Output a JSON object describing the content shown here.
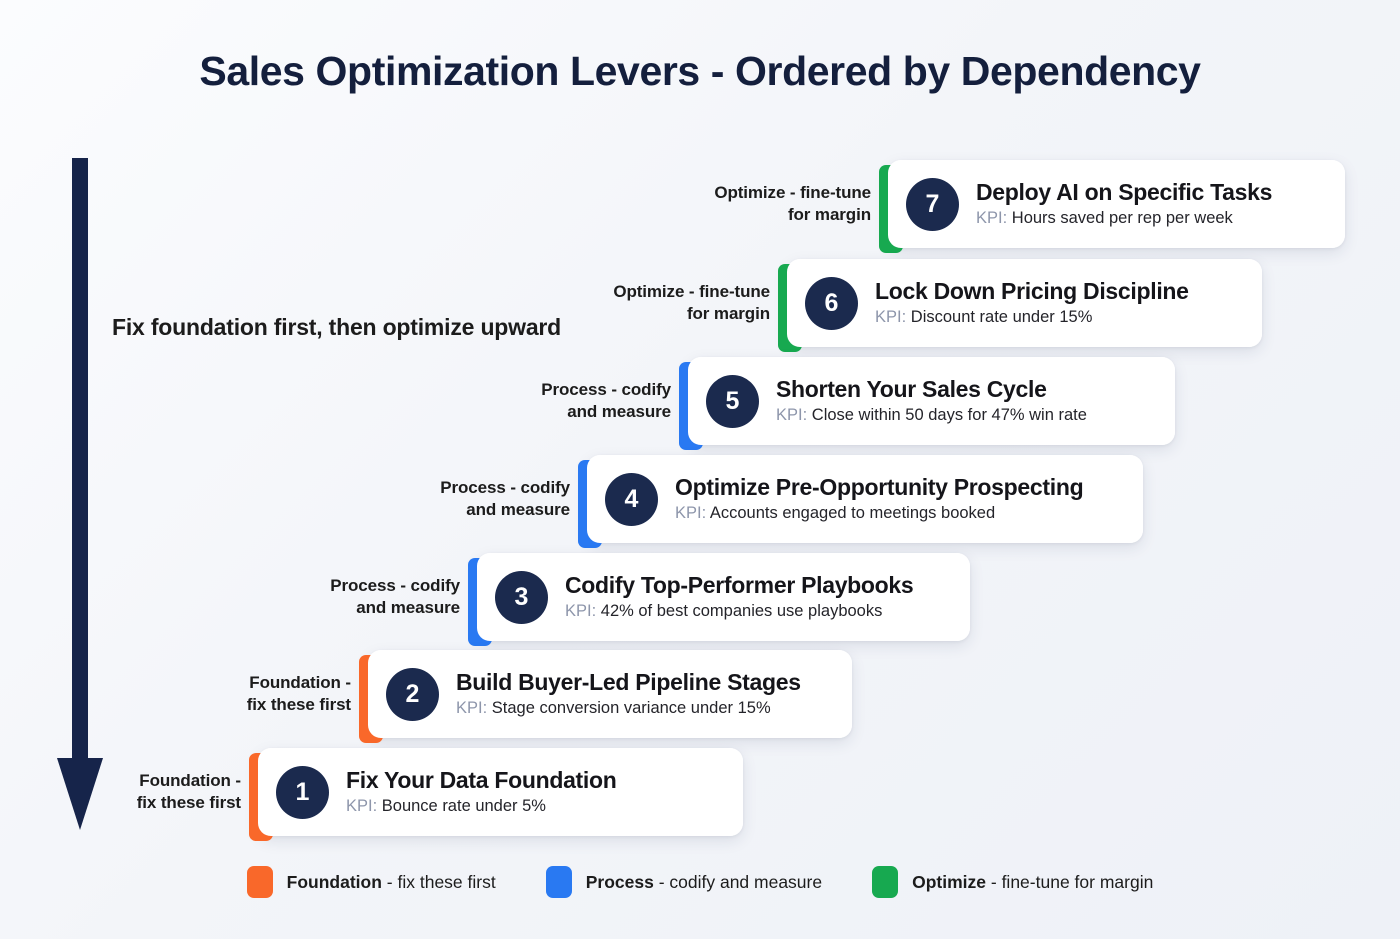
{
  "title": "Sales Optimization Levers - Ordered by Dependency",
  "side_caption": "Fix foundation first,\nthen optimize upward",
  "colors": {
    "foundation": "#f9682a",
    "process": "#2979f2",
    "optimize": "#17a950",
    "badge": "#1b2a4e",
    "title": "#141f3d",
    "background": "#f3f5f9"
  },
  "arrow": {
    "name": "downward-dependency-arrow",
    "direction": "down",
    "color": "#16244a"
  },
  "steps": [
    {
      "number": "7",
      "title": "Deploy AI on Specific Tasks",
      "kpi_key": "KPI:",
      "kpi_value": "Hours saved per rep per week",
      "label": "Optimize - fine-tune\nfor margin",
      "category": "optimize",
      "accent": "#17a950"
    },
    {
      "number": "6",
      "title": "Lock Down Pricing Discipline",
      "kpi_key": "KPI:",
      "kpi_value": "Discount rate under 15%",
      "label": "Optimize - fine-tune\nfor margin",
      "category": "optimize",
      "accent": "#17a950"
    },
    {
      "number": "5",
      "title": "Shorten Your Sales Cycle",
      "kpi_key": "KPI:",
      "kpi_value": "Close within 50 days for 47% win rate",
      "label": "Process - codify\nand measure",
      "category": "process",
      "accent": "#2979f2"
    },
    {
      "number": "4",
      "title": "Optimize Pre-Opportunity Prospecting",
      "kpi_key": "KPI:",
      "kpi_value": "Accounts engaged to meetings booked",
      "label": "Process - codify\nand measure",
      "category": "process",
      "accent": "#2979f2"
    },
    {
      "number": "3",
      "title": "Codify Top-Performer Playbooks",
      "kpi_key": "KPI:",
      "kpi_value": "42% of best companies use playbooks",
      "label": "Process - codify\nand measure",
      "category": "process",
      "accent": "#2979f2"
    },
    {
      "number": "2",
      "title": "Build Buyer-Led Pipeline Stages",
      "kpi_key": "KPI:",
      "kpi_value": "Stage conversion variance under 15%",
      "label": "Foundation -\nfix these first",
      "category": "foundation",
      "accent": "#f9682a"
    },
    {
      "number": "1",
      "title": "Fix Your Data Foundation",
      "kpi_key": "KPI:",
      "kpi_value": "Bounce rate under 5%",
      "label": "Foundation -\nfix these first",
      "category": "foundation",
      "accent": "#f9682a"
    }
  ],
  "legend": [
    {
      "strong": "Foundation",
      "rest": " - fix these first",
      "color": "#f9682a"
    },
    {
      "strong": "Process",
      "rest": " - codify and measure",
      "color": "#2979f2"
    },
    {
      "strong": "Optimize",
      "rest": " - fine-tune for margin",
      "color": "#17a950"
    }
  ]
}
